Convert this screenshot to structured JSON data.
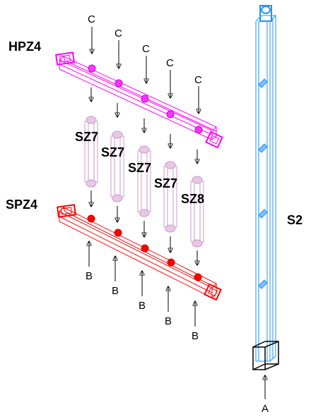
{
  "labels": {
    "hpz4": "HPZ4",
    "spz4": "SPZ4",
    "s2": "S2",
    "sz7_1": "SZ7",
    "sz7_2": "SZ7",
    "sz7_3": "SZ7",
    "sz7_4": "SZ7",
    "sz8": "SZ8",
    "load_c": "C",
    "load_b": "B",
    "load_a": "A"
  },
  "colors": {
    "hpz4": "#ff00ff",
    "spz4": "#ff0000",
    "sz": "#cc99cc",
    "s2": "#1e90ff",
    "arrow": "#000000"
  }
}
